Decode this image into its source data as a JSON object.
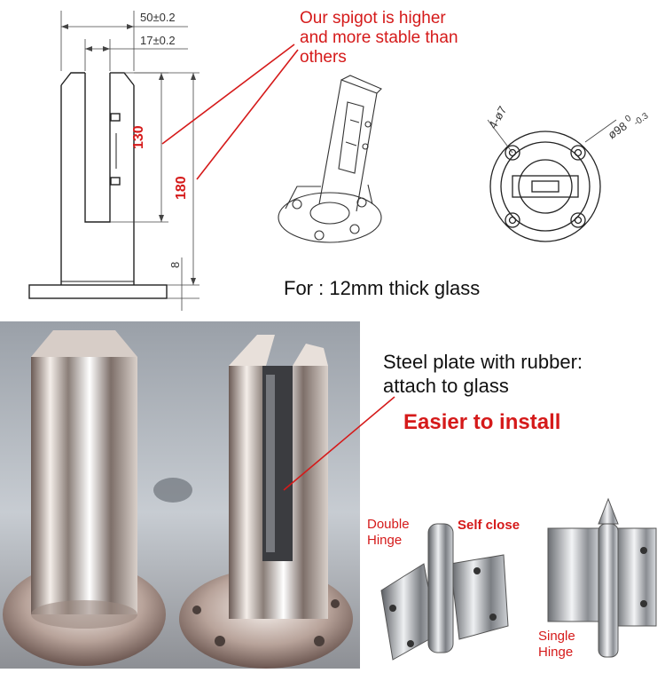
{
  "drawing": {
    "dim_width_outer": "50±0.2",
    "dim_width_inner": "17±0.2",
    "dim_height_slot": "130",
    "dim_height_total": "180",
    "dim_base": "8",
    "dim_holes": "4-ø7",
    "dim_diameter": "ø98",
    "dim_tol_upper": "0",
    "dim_tol_lower": "-0.3"
  },
  "callouts": {
    "spigot_note": [
      "Our spigot is higher",
      "and more stable than",
      "others"
    ],
    "glass_note": "For : 12mm thick glass",
    "plate_note": [
      "Steel plate with rubber:",
      "attach to glass"
    ],
    "install_note": "Easier to install"
  },
  "hinges": {
    "double_label": [
      "Double",
      "Hinge"
    ],
    "self_close_label": "Self close",
    "single_label": [
      "Single",
      "Hinge"
    ]
  },
  "colors": {
    "accent_red": "#d51a1a",
    "line": "#222222"
  }
}
